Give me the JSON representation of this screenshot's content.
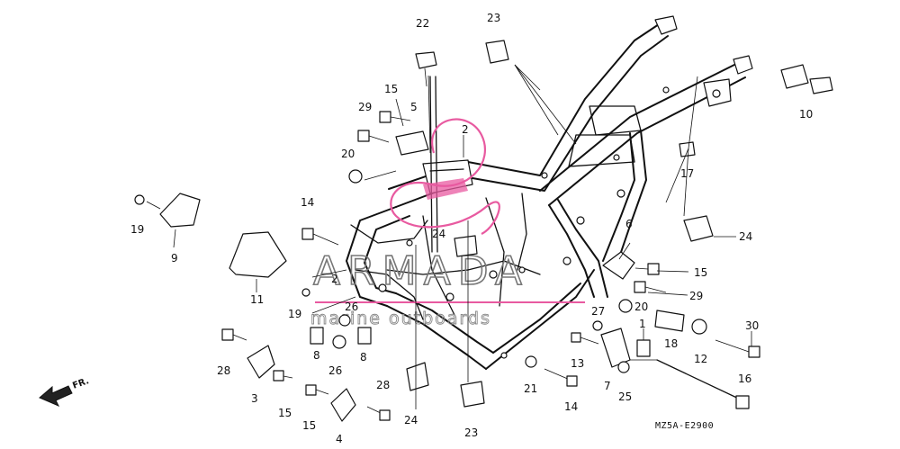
{
  "diagram": {
    "drawing_code": "MZ5A-E2900",
    "front_indicator": "FR.",
    "watermark": {
      "brand": "ARMADA",
      "tagline": "marine outboards",
      "accent_color": "#e85aa0"
    },
    "part_labels": [
      {
        "id": "lbl-22",
        "text": "22"
      },
      {
        "id": "lbl-23-top",
        "text": "23"
      },
      {
        "id": "lbl-15-a",
        "text": "15"
      },
      {
        "id": "lbl-29-a",
        "text": "29"
      },
      {
        "id": "lbl-5",
        "text": "5"
      },
      {
        "id": "lbl-2-a",
        "text": "2"
      },
      {
        "id": "lbl-20-a",
        "text": "20"
      },
      {
        "id": "lbl-10",
        "text": "10"
      },
      {
        "id": "lbl-17",
        "text": "17"
      },
      {
        "id": "lbl-19-a",
        "text": "19"
      },
      {
        "id": "lbl-9",
        "text": "9"
      },
      {
        "id": "lbl-14-a",
        "text": "14"
      },
      {
        "id": "lbl-24-a",
        "text": "24"
      },
      {
        "id": "lbl-24-b",
        "text": "24"
      },
      {
        "id": "lbl-6",
        "text": "6"
      },
      {
        "id": "lbl-15-b",
        "text": "15"
      },
      {
        "id": "lbl-11",
        "text": "11"
      },
      {
        "id": "lbl-2-b",
        "text": "2"
      },
      {
        "id": "lbl-29-b",
        "text": "29"
      },
      {
        "id": "lbl-19-b",
        "text": "19"
      },
      {
        "id": "lbl-26-a",
        "text": "26"
      },
      {
        "id": "lbl-20-b",
        "text": "20"
      },
      {
        "id": "lbl-27",
        "text": "27"
      },
      {
        "id": "lbl-1",
        "text": "1"
      },
      {
        "id": "lbl-30",
        "text": "30"
      },
      {
        "id": "lbl-8-a",
        "text": "8"
      },
      {
        "id": "lbl-26-b",
        "text": "26"
      },
      {
        "id": "lbl-8-b",
        "text": "8"
      },
      {
        "id": "lbl-18",
        "text": "18"
      },
      {
        "id": "lbl-12",
        "text": "12"
      },
      {
        "id": "lbl-13",
        "text": "13"
      },
      {
        "id": "lbl-28-a",
        "text": "28"
      },
      {
        "id": "lbl-3",
        "text": "3"
      },
      {
        "id": "lbl-15-c",
        "text": "15"
      },
      {
        "id": "lbl-15-d",
        "text": "15"
      },
      {
        "id": "lbl-28-b",
        "text": "28"
      },
      {
        "id": "lbl-4",
        "text": "4"
      },
      {
        "id": "lbl-24-c",
        "text": "24"
      },
      {
        "id": "lbl-23-bottom",
        "text": "23"
      },
      {
        "id": "lbl-21",
        "text": "21"
      },
      {
        "id": "lbl-14-b",
        "text": "14"
      },
      {
        "id": "lbl-7",
        "text": "7"
      },
      {
        "id": "lbl-25",
        "text": "25"
      },
      {
        "id": "lbl-16",
        "text": "16"
      }
    ]
  }
}
